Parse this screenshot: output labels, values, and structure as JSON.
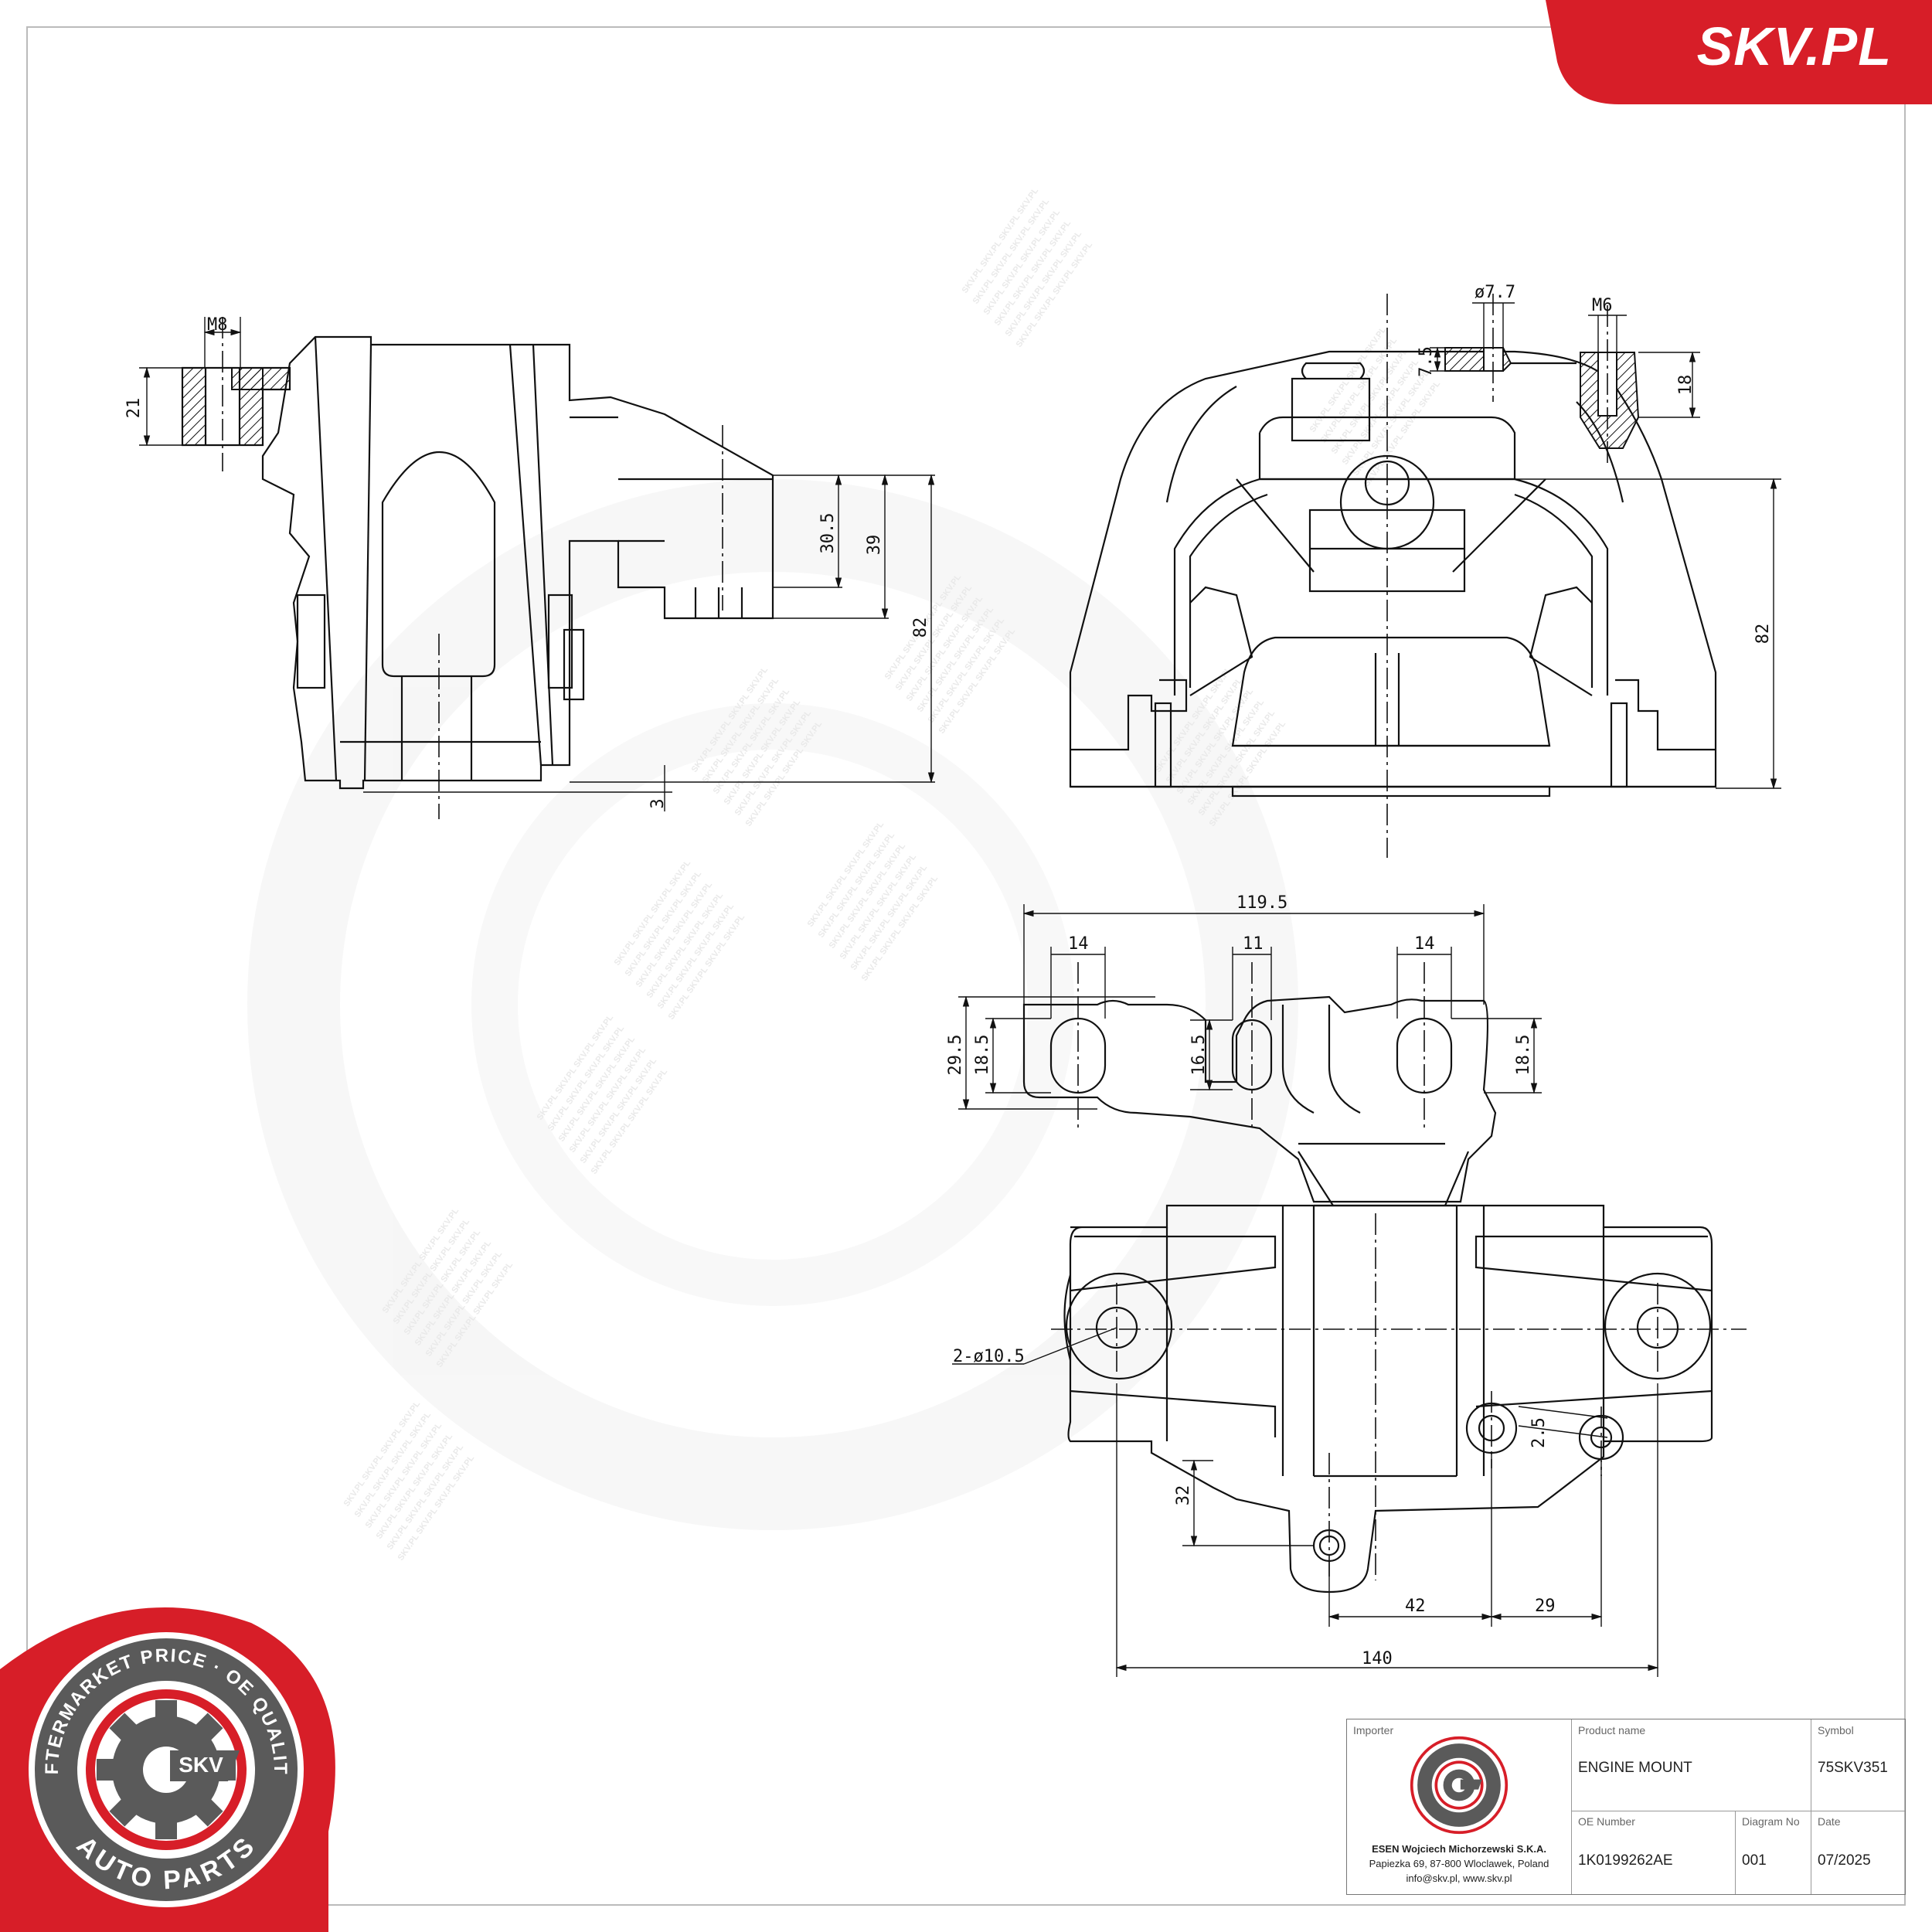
{
  "brand": {
    "site": "SKV.PL",
    "color": "#d71e28"
  },
  "stamp": {
    "ring_text_top": "AFTERMARKET PRICE · OE QUALITY",
    "ring_text_bottom": "AUTO PARTS",
    "center": "SKV",
    "color": "#d71e28"
  },
  "watermark": {
    "text": "SKV.PL"
  },
  "drawing": {
    "side_view": {
      "labels": [
        "M8",
        "21",
        "30.5",
        "39",
        "82",
        "3"
      ]
    },
    "front_view": {
      "labels": [
        "ø7.7",
        "M6",
        "7.5",
        "18",
        "82"
      ]
    },
    "top_view": {
      "labels": [
        "119.5",
        "14",
        "11",
        "14",
        "29.5",
        "18.5",
        "16.5",
        "18.5",
        "2-ø10.5",
        "2.5",
        "32",
        "42",
        "29",
        "140"
      ]
    }
  },
  "title_block": {
    "importer_caption": "Importer",
    "importer_name": "ESEN Wojciech Michorzewski S.K.A.",
    "importer_address": "Papiezka 69, 87-800 Wloclawek, Poland",
    "importer_contact": "info@skv.pl, www.skv.pl",
    "product_caption": "Product name",
    "product_value": "ENGINE MOUNT",
    "symbol_caption": "Symbol",
    "symbol_value": "75SKV351",
    "oe_caption": "OE Number",
    "oe_value": "1K0199262AE",
    "diagram_caption": "Diagram No",
    "diagram_value": "001",
    "date_caption": "Date",
    "date_value": "07/2025"
  }
}
